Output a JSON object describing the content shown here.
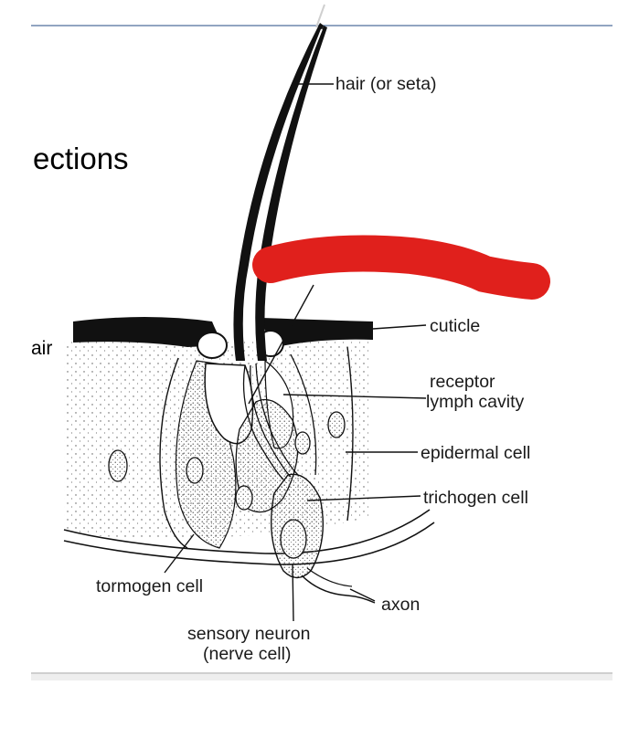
{
  "slide": {
    "title_fragment": "ections",
    "side_fragment": "air"
  },
  "diagram": {
    "labels": {
      "hair": "hair (or seta)",
      "cuticle": "cuticle",
      "receptor_line1": "receptor",
      "receptor_line2": "lymph cavity",
      "epidermal": "epidermal cell",
      "trichogen": "trichogen cell",
      "tormogen": "tormogen cell",
      "axon": "axon",
      "neuron_line1": "sensory neuron",
      "neuron_line2": "(nerve cell)"
    },
    "colors": {
      "rule_top": "#4f6f9c",
      "rule_bottom": "#b0b0b0",
      "annotation": "#e0201c",
      "ink": "#111111"
    }
  }
}
